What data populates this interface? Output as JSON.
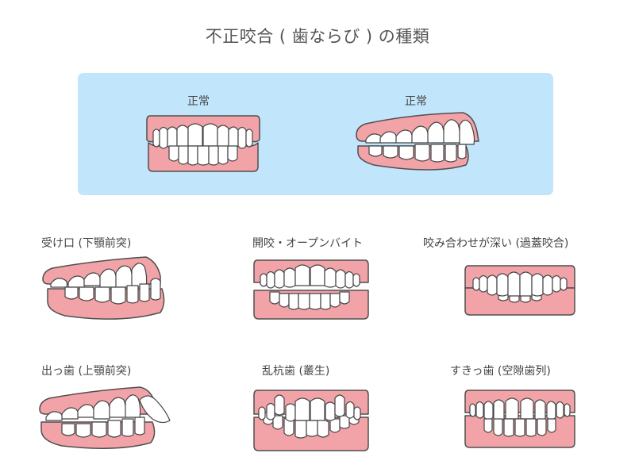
{
  "title": "不正咬合 ( 歯ならび ) の種類",
  "colors": {
    "panel_bg": "#c1e6fb",
    "gum": "#f2a3a8",
    "outline": "#4f4f4f",
    "tooth": "#ffffff",
    "text": "#555555"
  },
  "normal_panel": {
    "items": [
      {
        "label": "正常",
        "view": "front"
      },
      {
        "label": "正常",
        "view": "side"
      }
    ]
  },
  "types": [
    {
      "label": "受け口 (下顎前突)",
      "view": "side",
      "condition": "underbite"
    },
    {
      "label": "開咬・オープンバイト",
      "view": "front",
      "condition": "open-bite"
    },
    {
      "label": "咬み合わせが深い (過蓋咬合)",
      "view": "front",
      "condition": "deep-bite"
    },
    {
      "label": "出っ歯 (上顎前突)",
      "view": "side",
      "condition": "overjet"
    },
    {
      "label": "乱杭歯 (叢生)",
      "view": "front",
      "condition": "crowding"
    },
    {
      "label": "すきっ歯 (空隙歯列)",
      "view": "front",
      "condition": "spacing"
    }
  ]
}
